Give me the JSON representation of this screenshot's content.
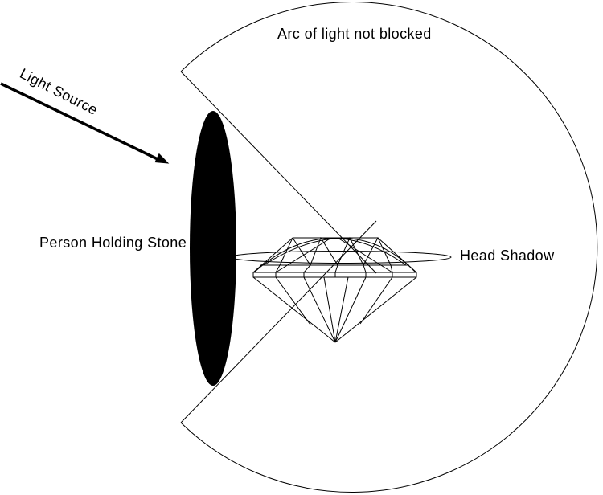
{
  "colors": {
    "background": "#ffffff",
    "stroke": "#000000",
    "silhouette_fill": "#000000"
  },
  "labels": {
    "arc_of_light": "Arc of light not blocked",
    "light_source": "Light Source",
    "person_holding_stone": "Person Holding Stone",
    "head_shadow": "Head Shadow"
  }
}
